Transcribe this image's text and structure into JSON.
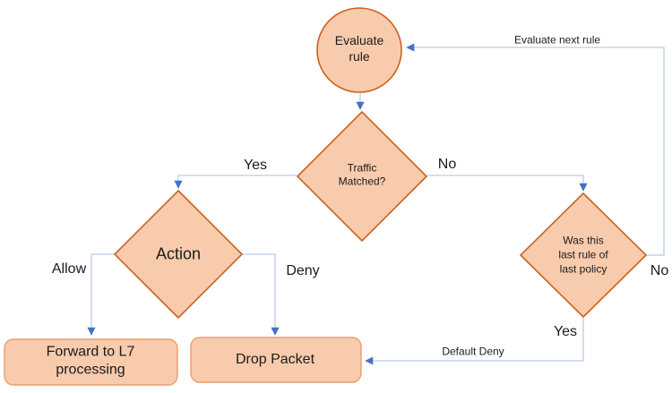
{
  "nodes": {
    "evaluate_rule": {
      "label": "Evaluate\nrule"
    },
    "traffic_matched": {
      "label": "Traffic\nMatched?"
    },
    "action": {
      "label": "Action"
    },
    "last_rule": {
      "label": "Was this\nlast rule of\nlast policy"
    },
    "forward_l7": {
      "label": "Forward to L7\nprocessing"
    },
    "drop_packet": {
      "label": "Drop Packet"
    }
  },
  "edge_labels": {
    "yes_traffic": "Yes",
    "no_traffic": "No",
    "allow": "Allow",
    "deny": "Deny",
    "evaluate_next_rule": "Evaluate next rule",
    "no_last_rule": "No",
    "yes_last_rule": "Yes",
    "default_deny": "Default Deny"
  },
  "colors": {
    "node_fill": "#f8cbad",
    "diamond_circle_stroke": "#cb6120",
    "rounded_box_stroke": "#e8a069",
    "connector_line": "#b8cce8",
    "arrowhead": "#4472c4",
    "text": "#1b1b1b",
    "background": "#ffffff"
  }
}
